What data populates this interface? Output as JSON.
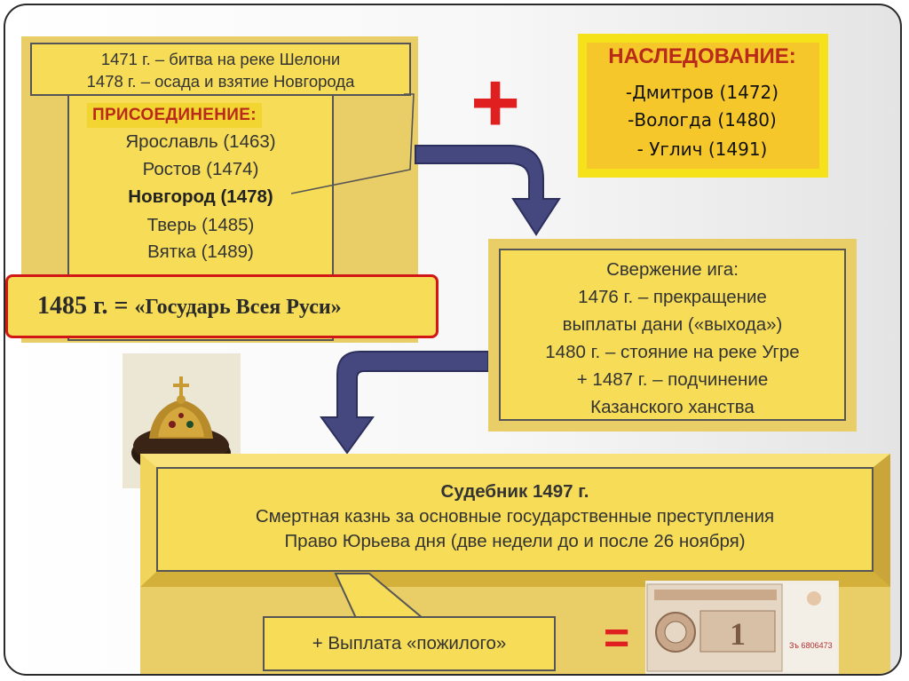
{
  "battles": {
    "line1": "1471 г. – битва на реке Шелони",
    "line2": "1478 г. – осада и взятие Новгорода"
  },
  "annexation": {
    "title": "ПРИСОЕДИНЕНИЕ:",
    "cities": [
      {
        "label": "Ярославль (1463)",
        "bold": false
      },
      {
        "label": "Ростов (1474)",
        "bold": false
      },
      {
        "label": "Новгород (1478)",
        "bold": true
      },
      {
        "label": "Тверь (1485)",
        "bold": false
      },
      {
        "label": "Вятка (1489)",
        "bold": false
      }
    ]
  },
  "title_box": {
    "year": "1485 г. =",
    "text": "«Государь Всея Руси»"
  },
  "plus_sign": "+",
  "inheritance": {
    "title": "НАСЛЕДОВАНИЕ:",
    "items": [
      "-Дмитров (1472)",
      "-Вологда (1480)",
      "- Углич (1491)"
    ]
  },
  "yoke": {
    "lines": [
      "Свержение ига:",
      "1476 г. – прекращение",
      "выплаты дани («выхода»)",
      "1480 г. – стояние на реке Угре",
      "+ 1487 г. – подчинение",
      "Казанского ханства"
    ]
  },
  "sudebnik": {
    "title": "Судебник 1497 г.",
    "line1": "Смертная казнь за основные государственные преступления",
    "line2": "Право Юрьева дня (две недели до и после 26 ноября)"
  },
  "payment": "+ Выплата «пожилого»",
  "equals_sign": "=",
  "banknote": {
    "denomination": "1",
    "serial": "Зъ 6806473"
  },
  "colors": {
    "box_yellow": "#f6dc57",
    "panel_yellow": "#e9cd67",
    "accent_red": "#e02020",
    "arrow_blue": "#44487e",
    "title_red": "#b82a1a"
  }
}
